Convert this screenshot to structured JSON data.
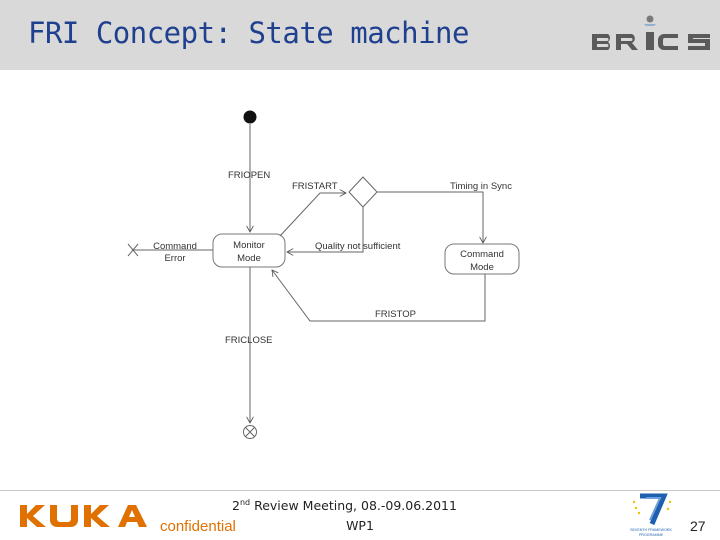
{
  "slide": {
    "title": "FRI Concept: State machine"
  },
  "diagram": {
    "states": {
      "monitor_line1": "Monitor",
      "monitor_line2": "Mode",
      "command_line1": "Command",
      "command_line2": "Mode",
      "error_line1": "Command",
      "error_line2": "Error"
    },
    "transitions": {
      "friopen": "FRIOPEN",
      "fristart": "FRISTART",
      "timing": "Timing in Sync",
      "quality": "Quality not sufficient",
      "fristop": "FRISTOP",
      "friclose": "FRICLOSE"
    }
  },
  "footer": {
    "meeting_ordinal": "2",
    "meeting_sup": "nd",
    "meeting_rest": " Review Meeting, 08.-09.06.2011",
    "wp": "WP1",
    "confidential": "confidential",
    "page_number": "27"
  },
  "logos": {
    "brics": "BRICS",
    "kuka": "KUKA",
    "fp7_caption": "SEVENTH FRAMEWORK PROGRAMME"
  },
  "colors": {
    "header_bg": "#d9d9d9",
    "title": "#1f3f8f",
    "kuka_orange": "#e07000",
    "fp7_blue": "#1f5fb0"
  }
}
